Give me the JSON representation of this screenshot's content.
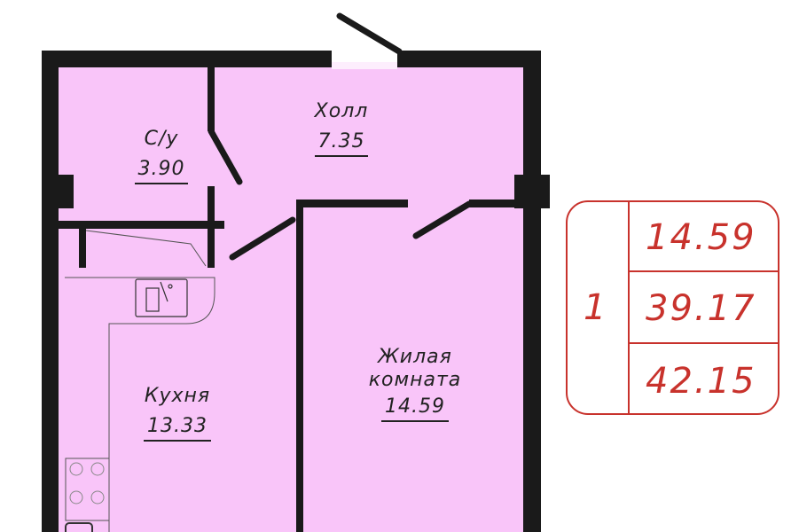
{
  "rooms": [
    {
      "name": "Холл",
      "area": "7.35"
    },
    {
      "name": "С/у",
      "area": "3.90"
    },
    {
      "name": "Кухня",
      "area": "13.33"
    },
    {
      "name_line1": "Жилая",
      "name_line2": "комната",
      "area": "14.59"
    }
  ],
  "summary": {
    "rooms_count": "1",
    "living_area": "14.59",
    "total_area": "39.17",
    "total_area_with_balcony": "42.15"
  },
  "colors": {
    "floor": "#f9c5f9",
    "wall": "#1a1a1a",
    "summary": "#c8322c"
  }
}
